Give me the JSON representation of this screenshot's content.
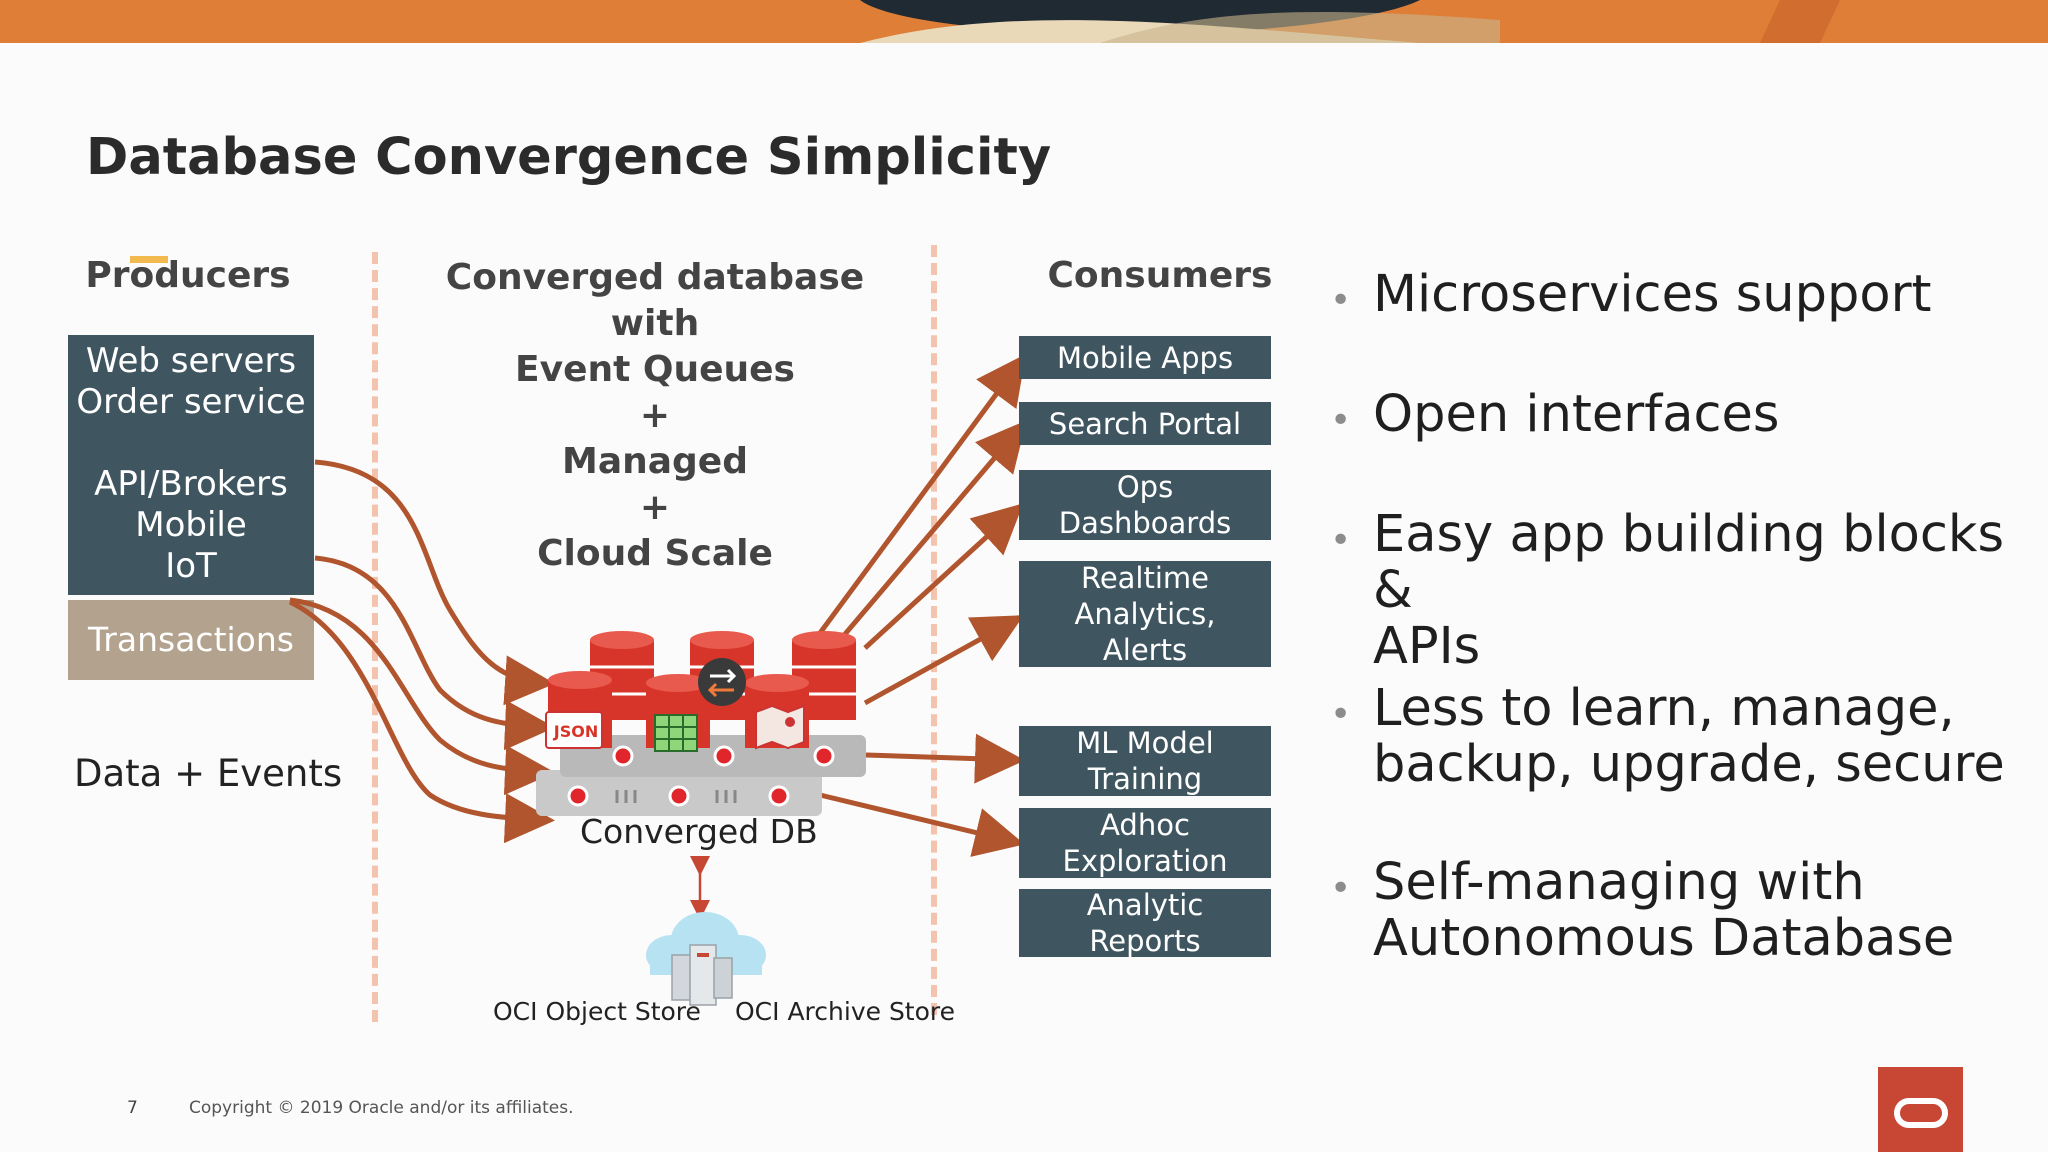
{
  "title": "Database Convergence Simplicity",
  "producers": {
    "heading": "Producers",
    "box_lines": [
      "Web servers",
      "Order service",
      "",
      "API/Brokers",
      "Mobile",
      "IoT"
    ],
    "transactions": "Transactions",
    "data_events": "Data + Events"
  },
  "center": {
    "heading_lines": [
      "Converged database",
      "with",
      "Event Queues",
      "+",
      "Managed",
      "+",
      "Cloud Scale"
    ],
    "db_label": "Converged DB",
    "json_badge": "JSON",
    "object_store": "OCI Object Store",
    "archive_store": "OCI Archive Store"
  },
  "consumers": {
    "heading": "Consumers",
    "items": [
      {
        "lines": [
          "Mobile Apps"
        ]
      },
      {
        "lines": [
          "Search Portal"
        ]
      },
      {
        "lines": [
          "Ops",
          "Dashboards"
        ]
      },
      {
        "lines": [
          "Realtime",
          "Analytics,",
          "Alerts"
        ]
      },
      {
        "lines": [
          "ML Model",
          "Training"
        ]
      },
      {
        "lines": [
          "Adhoc",
          "Exploration"
        ]
      },
      {
        "lines": [
          "Analytic",
          "Reports"
        ]
      }
    ]
  },
  "bullets": [
    {
      "lines": [
        "Microservices support"
      ]
    },
    {
      "lines": [
        "Open interfaces"
      ]
    },
    {
      "lines": [
        "Easy app building blocks &",
        "APIs"
      ]
    },
    {
      "lines": [
        "Less to learn, manage,",
        "backup, upgrade, secure"
      ]
    },
    {
      "lines": [
        "Self-managing with",
        "Autonomous Database"
      ]
    }
  ],
  "footer": {
    "page_number": "7",
    "copyright": "Copyright © 2019 Oracle and/or its affiliates."
  },
  "colors": {
    "slate": "#3f5661",
    "tan": "#b3a28d",
    "arrow": "#b0552e",
    "oracle_red": "#c74634",
    "divider": "#f3c3ad",
    "db_red": "#d8352a"
  }
}
